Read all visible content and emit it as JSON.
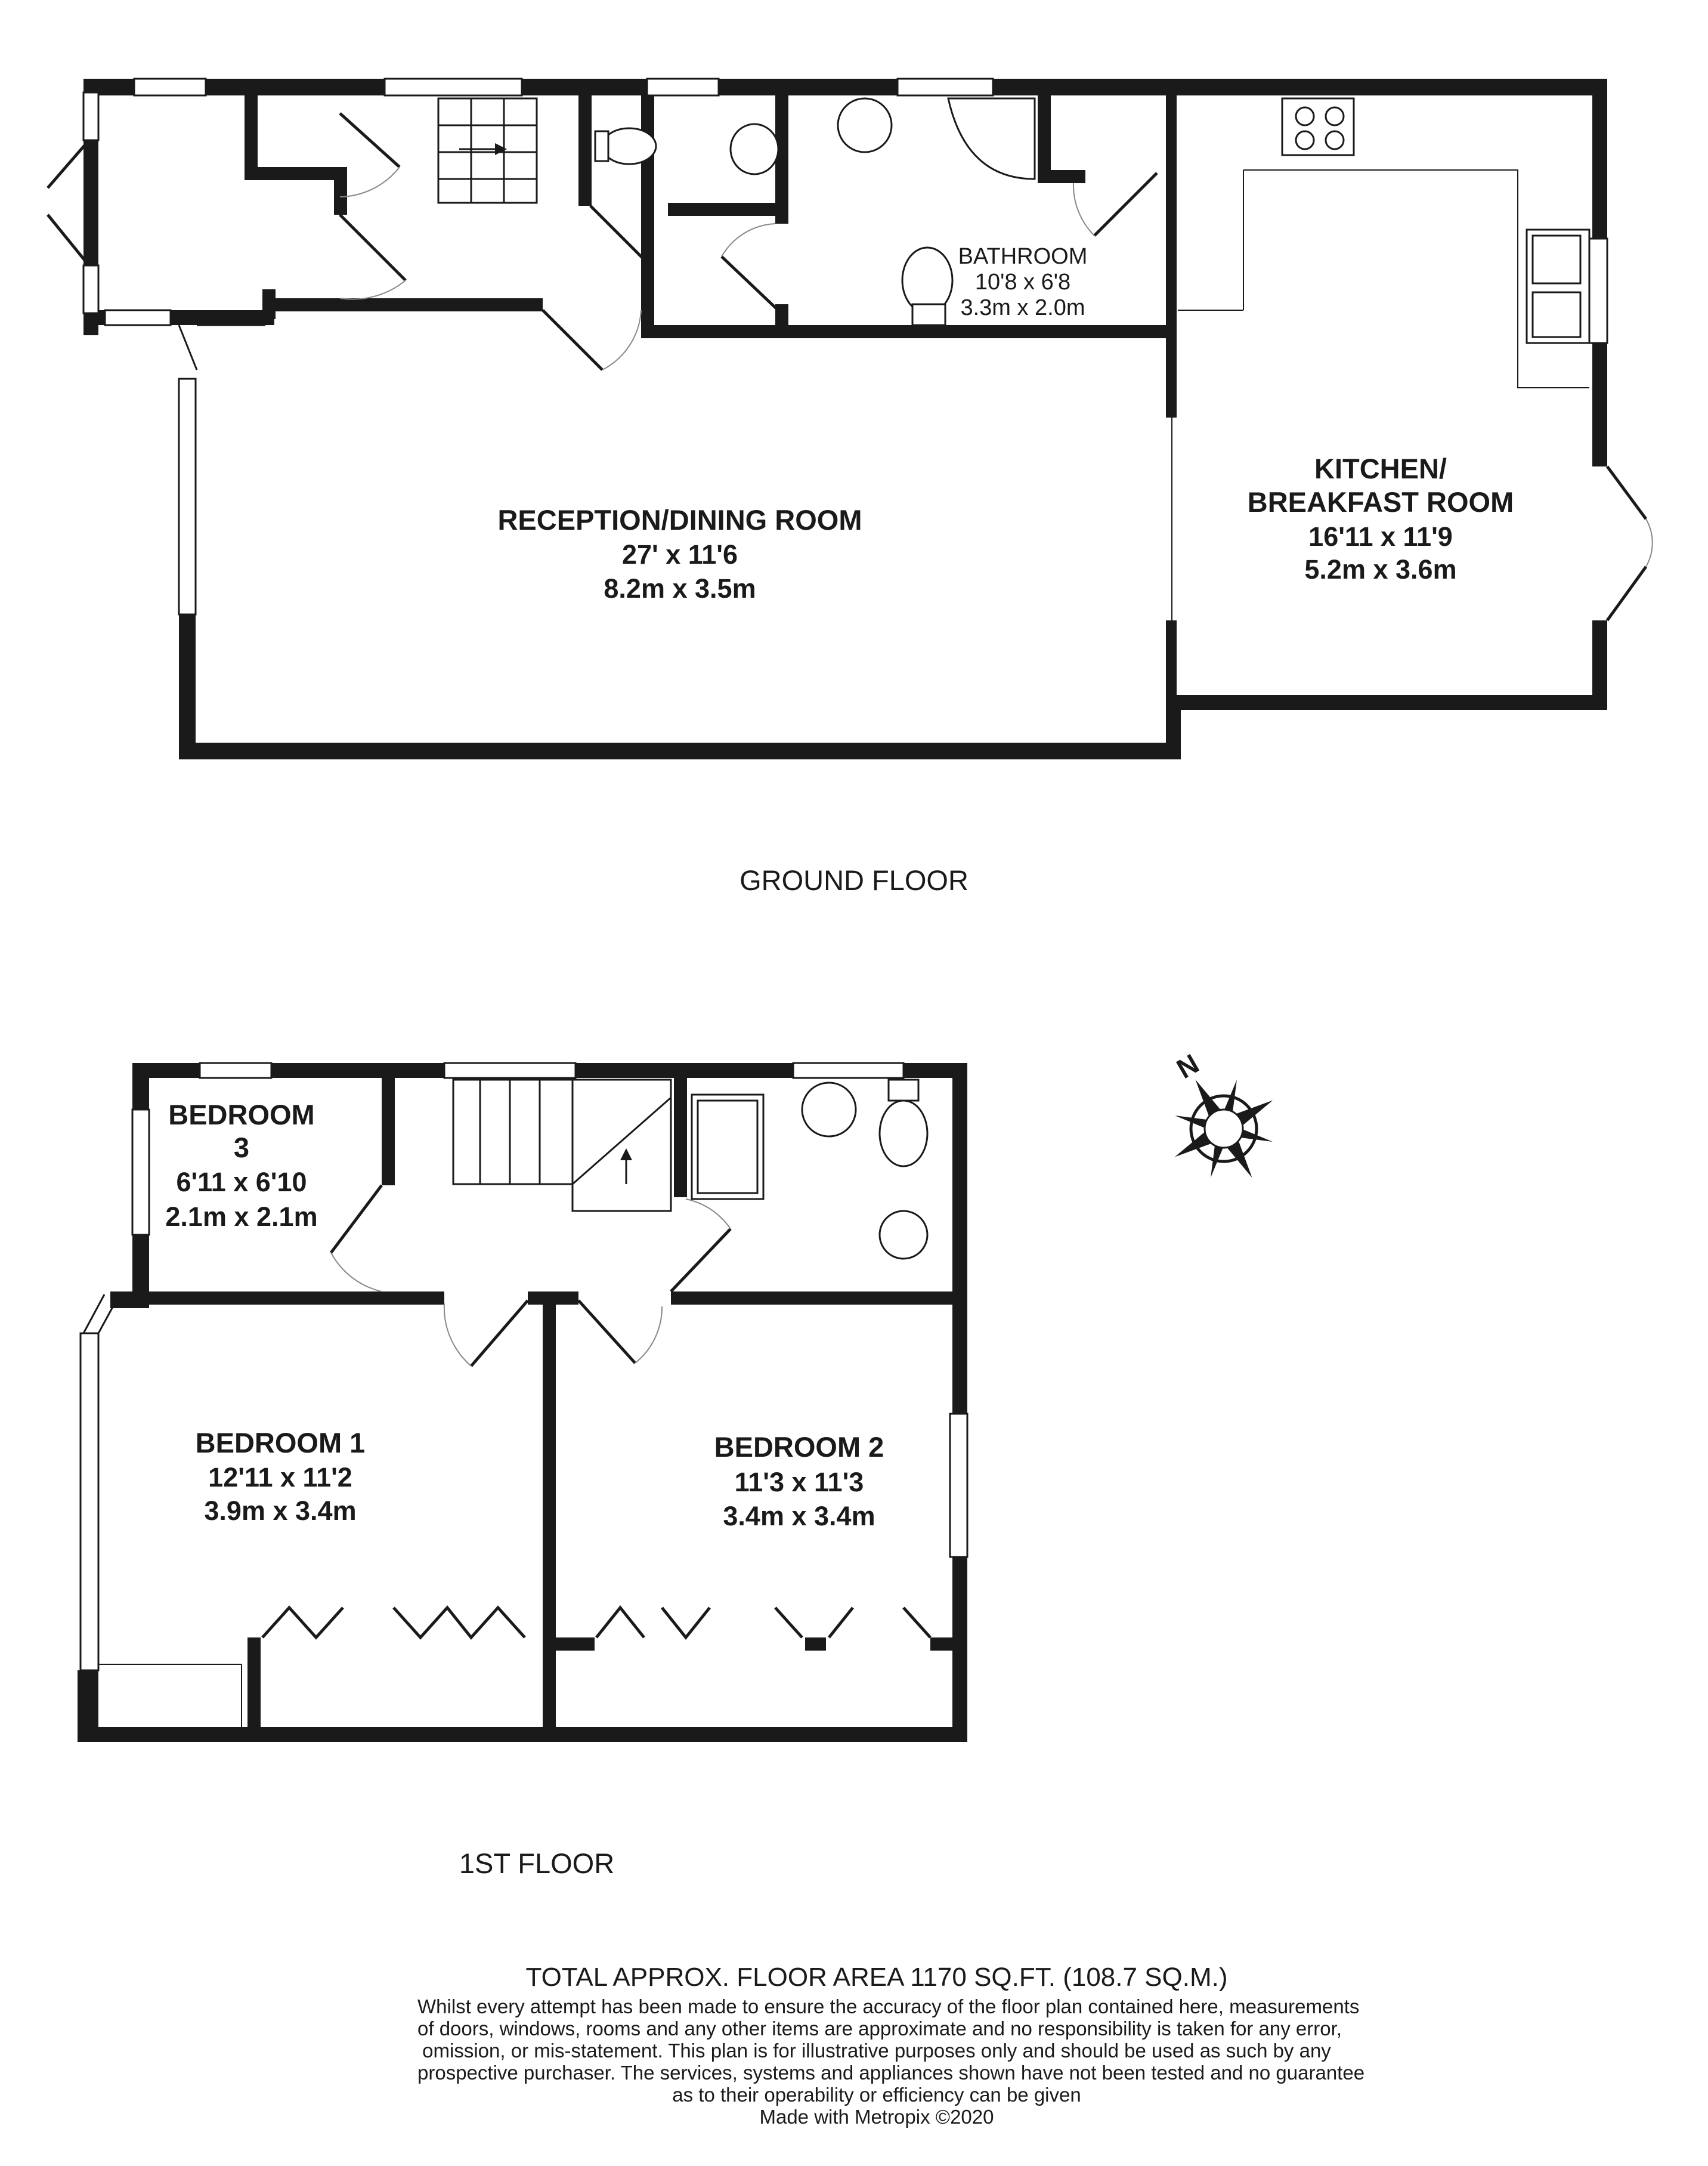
{
  "ground_floor": {
    "label": "GROUND FLOOR",
    "rooms": {
      "bathroom": {
        "name": "BATHROOM",
        "dims_imperial": "10'8 x 6'8",
        "dims_metric": "3.3m x 2.0m"
      },
      "reception": {
        "name": "RECEPTION/DINING ROOM",
        "dims_imperial": "27' x 11'6",
        "dims_metric": "8.2m x 3.5m"
      },
      "kitchen": {
        "name_line1": "KITCHEN/",
        "name_line2": "BREAKFAST ROOM",
        "dims_imperial": "16'11 x 11'9",
        "dims_metric": "5.2m x 3.6m"
      }
    }
  },
  "first_floor": {
    "label": "1ST FLOOR",
    "rooms": {
      "bedroom3": {
        "name_line1": "BEDROOM",
        "name_line2": "3",
        "dims_imperial": "6'11 x 6'10",
        "dims_metric": "2.1m x 2.1m"
      },
      "bedroom1": {
        "name": "BEDROOM 1",
        "dims_imperial": "12'11 x 11'2",
        "dims_metric": "3.9m x 3.4m"
      },
      "bedroom2": {
        "name": "BEDROOM 2",
        "dims_imperial": "11'3 x 11'3",
        "dims_metric": "3.4m x 3.4m"
      }
    }
  },
  "compass": {
    "north_label": "N"
  },
  "footer": {
    "total_area": "TOTAL APPROX. FLOOR AREA 1170 SQ.FT. (108.7 SQ.M.)",
    "disclaimer_lines": [
      "Whilst every attempt has been made to ensure the accuracy of the floor plan contained here, measurements",
      "of doors, windows, rooms and any other items are approximate and no responsibility is taken for any error,",
      "omission, or mis-statement. This plan is for illustrative purposes only and should be used as such by any",
      "prospective purchaser. The services, systems and appliances shown have not been tested and no guarantee",
      "as to their operability or efficiency can be given"
    ],
    "credit": "Made with Metropix ©2020"
  }
}
